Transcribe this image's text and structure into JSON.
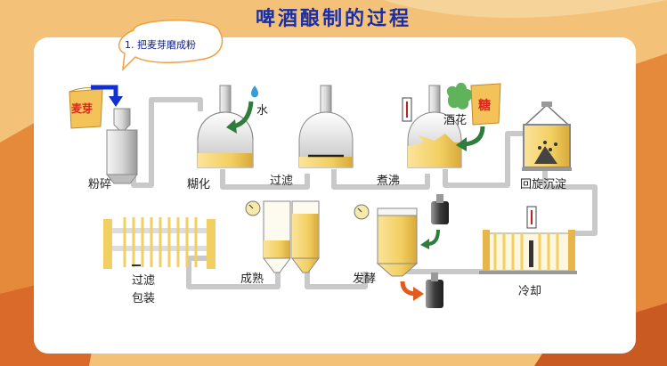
{
  "title": "啤酒酿制的过程",
  "callout": "1. 把麦芽磨成粉",
  "labels": {
    "malt": "麦芽",
    "water": "水",
    "hops": "酒花",
    "sugar": "糖",
    "crush": "粉碎",
    "mash": "糊化",
    "filter1": "过滤",
    "boil": "煮沸",
    "whirlpool": "回旋沉淀",
    "cool": "冷却",
    "ferment": "发酵",
    "mature": "成熟",
    "filter2": "过滤",
    "package": "包装"
  },
  "colors": {
    "title": "#1a2ea8",
    "liquid": "#f2cf62",
    "pipe": "#c9c9c9",
    "arrow_blue": "#1030d0",
    "arrow_green": "#2e7d3c",
    "arrow_orange": "#e25a1c",
    "hops": "#5fb35a",
    "sack": "#f3c35a"
  }
}
